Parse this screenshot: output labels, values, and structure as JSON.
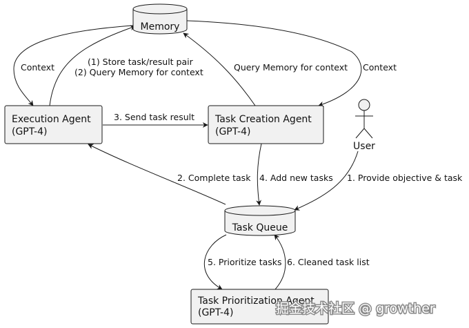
{
  "diagram": {
    "nodes": {
      "memory": {
        "label": "Memory"
      },
      "execution_agent": {
        "line1": "Execution Agent",
        "line2": "(GPT-4)"
      },
      "task_creation_agent": {
        "line1": "Task Creation Agent",
        "line2": "(GPT-4)"
      },
      "user": {
        "label": "User"
      },
      "task_queue": {
        "label": "Task Queue"
      },
      "task_prioritization_agent": {
        "line1": "Task Prioritization Agent",
        "line2": "(GPT-4)"
      }
    },
    "edges": {
      "memory_to_execution": {
        "label": "Context"
      },
      "execution_to_memory": {
        "line1": "(1) Store task/result pair",
        "line2": "(2) Query Memory for context"
      },
      "creation_to_memory": {
        "label": "Query Memory for context"
      },
      "memory_to_creation": {
        "label": "Context"
      },
      "execution_to_creation": {
        "label": "3. Send task result"
      },
      "queue_to_execution": {
        "label": "2. Complete task"
      },
      "creation_to_queue": {
        "label": "4. Add new tasks"
      },
      "user_to_queue": {
        "label": "1. Provide objective & task"
      },
      "queue_to_prioritization": {
        "label": "5. Prioritize tasks"
      },
      "prioritization_to_queue": {
        "label": "6. Cleaned task list"
      }
    },
    "watermark": "掘金技术社区 @ growther",
    "colors": {
      "node_fill": "#f1f1f1",
      "node_stroke": "#181818",
      "edge": "#181818",
      "text": "#111111",
      "background": "#ffffff"
    }
  }
}
